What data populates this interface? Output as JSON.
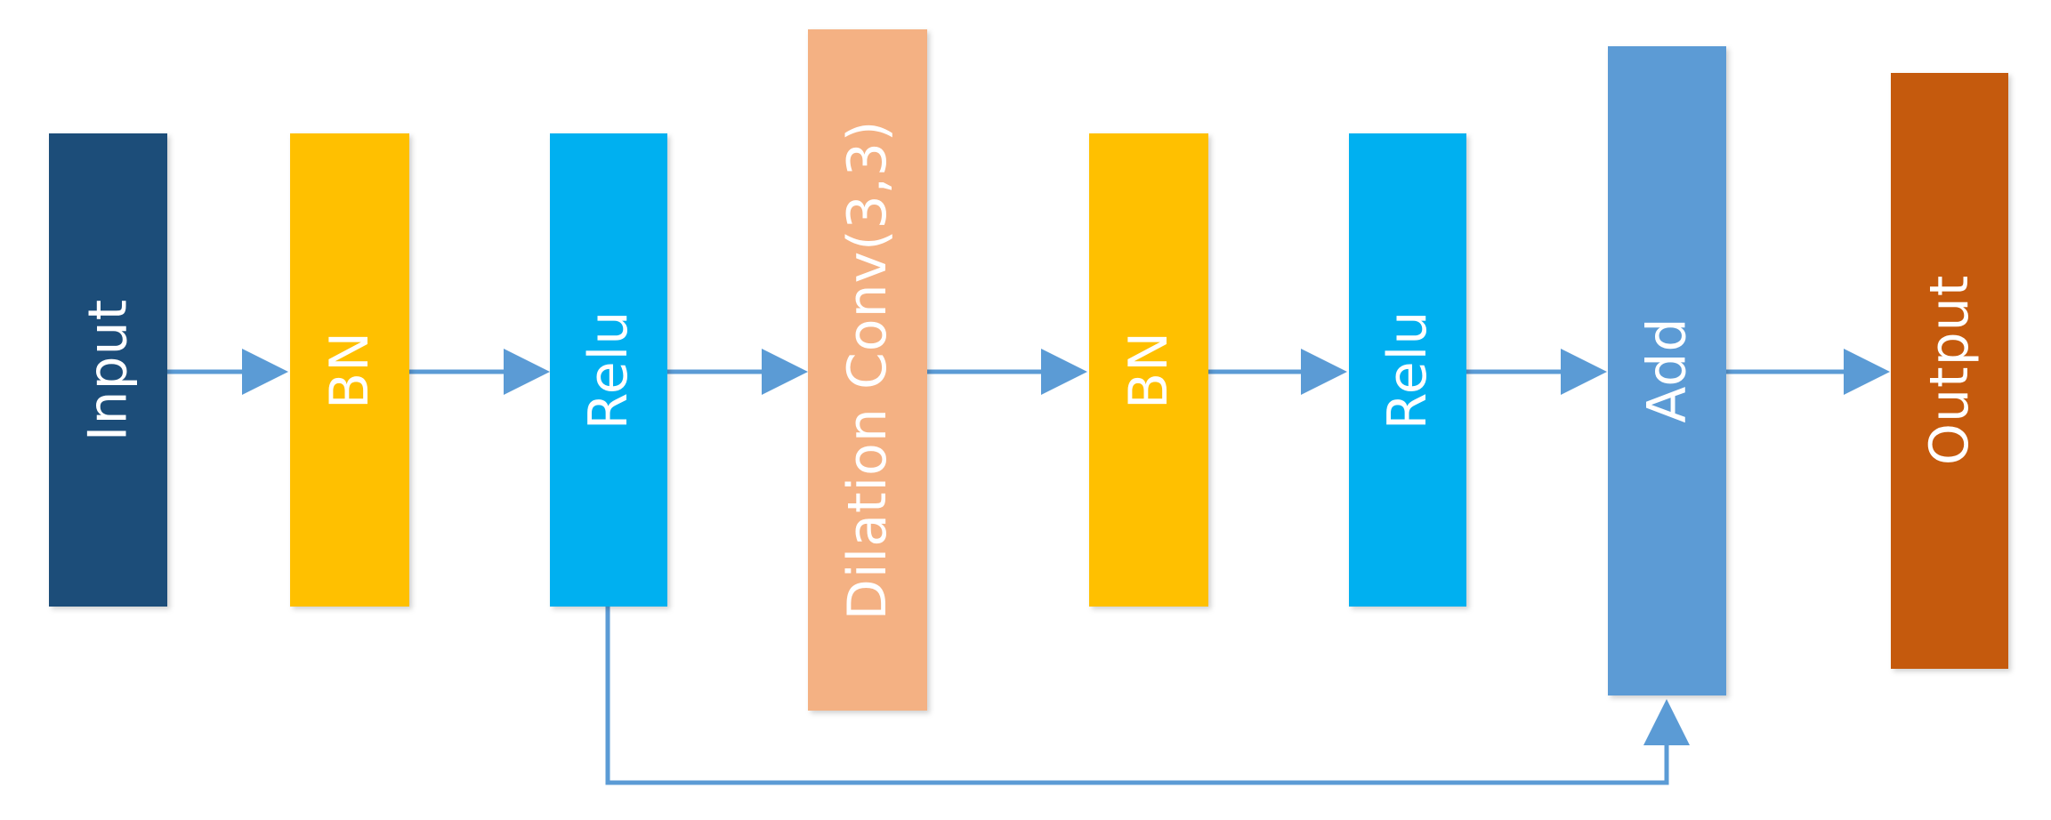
{
  "colors": {
    "arrow": "#5b9bd5",
    "label": "#ffffff",
    "background": "#ffffff"
  },
  "blocks": [
    {
      "id": "input",
      "label": "Input",
      "color": "#1f4e79"
    },
    {
      "id": "bn1",
      "label": "BN",
      "color": "#ffc000"
    },
    {
      "id": "relu1",
      "label": "Relu",
      "color": "#00b0f0"
    },
    {
      "id": "dilconv",
      "label": "Dilation Conv(3,3)",
      "color": "#f4b183"
    },
    {
      "id": "bn2",
      "label": "BN",
      "color": "#ffc000"
    },
    {
      "id": "relu2",
      "label": "Relu",
      "color": "#00b0f0"
    },
    {
      "id": "add",
      "label": "Add",
      "color": "#5b9bd5"
    },
    {
      "id": "output",
      "label": "Output",
      "color": "#c55a11"
    }
  ],
  "connections": [
    {
      "from": "input",
      "to": "bn1"
    },
    {
      "from": "bn1",
      "to": "relu1"
    },
    {
      "from": "relu1",
      "to": "dilconv"
    },
    {
      "from": "dilconv",
      "to": "bn2"
    },
    {
      "from": "bn2",
      "to": "relu2"
    },
    {
      "from": "relu2",
      "to": "add"
    },
    {
      "from": "add",
      "to": "output"
    },
    {
      "from": "relu1",
      "to": "add",
      "kind": "skip"
    }
  ]
}
